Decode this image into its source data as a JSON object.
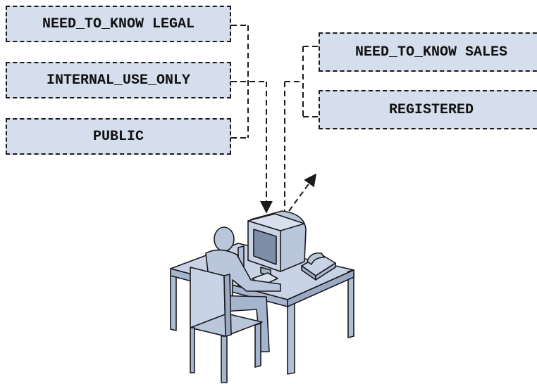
{
  "labels": {
    "left": [
      "NEED_TO_KNOW LEGAL",
      "INTERNAL_USE_ONLY",
      "PUBLIC"
    ],
    "right": [
      "NEED_TO_KNOW SALES",
      "REGISTERED"
    ]
  },
  "colors": {
    "box_fill": "#d5deec",
    "line": "#1a1a1a",
    "figure_fill": "#b9c6dc",
    "figure_dark": "#7f8ea8"
  },
  "icons": [
    "user-workstation-icon",
    "computer-monitor-icon",
    "telephone-icon",
    "keyboard-icon"
  ]
}
